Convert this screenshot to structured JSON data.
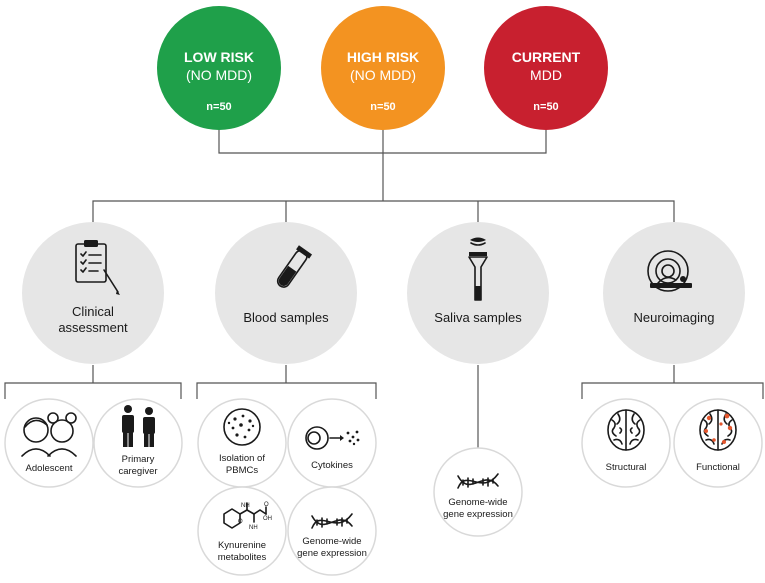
{
  "colors": {
    "low_risk": "#1fa04a",
    "high_risk": "#f39321",
    "current_mdd": "#c8202f",
    "category_bg": "#e6e6e6",
    "connector": "#555555",
    "brain_activity": "#e4572e"
  },
  "groups": [
    {
      "title": "LOW RISK",
      "subtitle": "(NO MDD)",
      "n": "n=50"
    },
    {
      "title": "HIGH RISK",
      "subtitle": "(NO MDD)",
      "n": "n=50"
    },
    {
      "title": "CURRENT",
      "subtitle": "MDD",
      "n": "n=50"
    }
  ],
  "categories": [
    {
      "label_line1": "Clinical",
      "label_line2": "assessment",
      "icon": "clipboard-icon"
    },
    {
      "label_line1": "Blood samples",
      "label_line2": "",
      "icon": "test-tube-icon"
    },
    {
      "label_line1": "Saliva samples",
      "label_line2": "",
      "icon": "saliva-funnel-icon"
    },
    {
      "label_line1": "Neuroimaging",
      "label_line2": "",
      "icon": "mri-scanner-icon"
    }
  ],
  "subitems": {
    "clinical": [
      {
        "line1": "Adolescent",
        "line2": "",
        "icon": "adolescents-icon"
      },
      {
        "line1": "Primary",
        "line2": "caregiver",
        "icon": "caregivers-icon"
      }
    ],
    "blood": [
      {
        "line1": "Isolation of",
        "line2": "PBMCs",
        "icon": "petri-dish-icon"
      },
      {
        "line1": "Cytokines",
        "line2": "",
        "icon": "cell-cytokines-icon"
      },
      {
        "line1": "Kynurenine",
        "line2": "metabolites",
        "icon": "molecule-icon",
        "formula": {
          "nh2_top": "NH",
          "nh2_bottom": "NH",
          "oh": "OH",
          "o_left": "O",
          "o_right": "O",
          "sub2": "2"
        }
      },
      {
        "line1": "Genome-wide",
        "line2": "gene expression",
        "icon": "dna-icon"
      }
    ],
    "saliva": [
      {
        "line1": "Genome-wide",
        "line2": "gene expression",
        "icon": "dna-icon"
      }
    ],
    "neuro": [
      {
        "line1": "Structural",
        "line2": "",
        "icon": "brain-icon"
      },
      {
        "line1": "Functional",
        "line2": "",
        "icon": "brain-activity-icon"
      }
    ]
  }
}
